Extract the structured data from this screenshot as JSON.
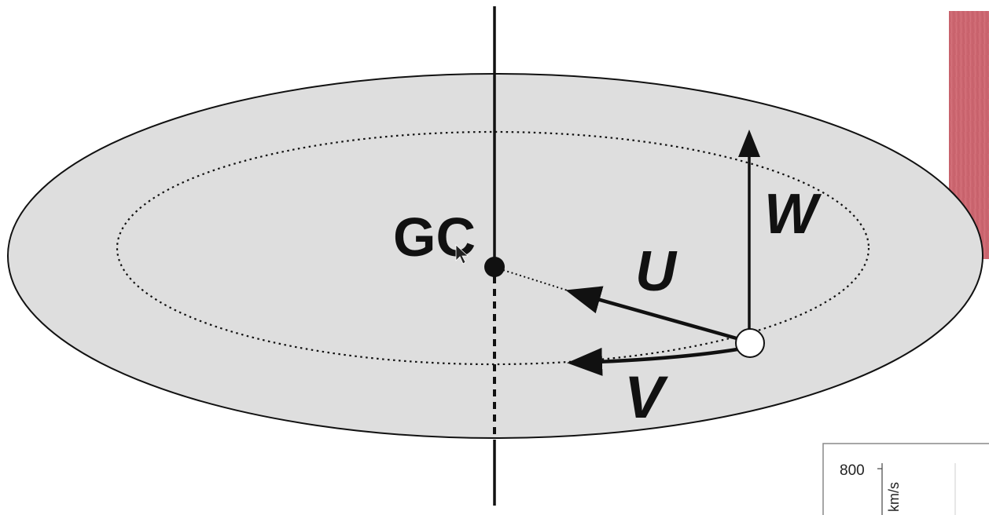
{
  "diagram": {
    "labels": {
      "center": "GC",
      "u": "U",
      "v": "V",
      "w": "W"
    },
    "colors": {
      "disk_fill": "#dedede",
      "outline": "#111111",
      "overlay_panel": "#cc6670"
    }
  },
  "inset_chart": {
    "tick_label": "800",
    "axis_unit": "km/s"
  }
}
